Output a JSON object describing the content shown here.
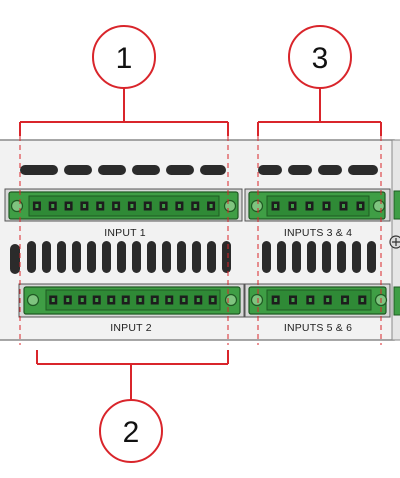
{
  "callouts": [
    {
      "number": "1",
      "target": "INPUT 1"
    },
    {
      "number": "2",
      "target": "INPUT 2"
    },
    {
      "number": "3",
      "target": "INPUTS 3 & 4"
    }
  ],
  "ports": [
    {
      "label": "INPUT 1",
      "pins": 12
    },
    {
      "label": "INPUTS 3 & 4",
      "pins": 6
    },
    {
      "label": "INPUT 2",
      "pins": 12
    },
    {
      "label": "INPUTS 5 & 6",
      "pins": 6
    }
  ],
  "colors": {
    "callout": "#d9252b",
    "connector_green": "#3f9e45",
    "panel": "#f1f1f1",
    "vent": "#2b2b2b"
  }
}
